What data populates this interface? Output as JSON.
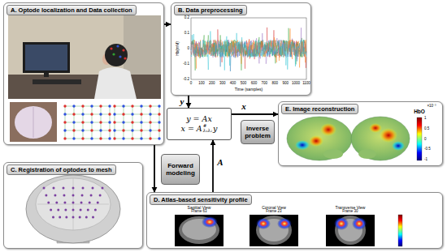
{
  "diagram": {
    "nodes": [
      {
        "text": [
          "A. Optode localization and Data collection"
        ]
      },
      {
        "text": [
          "B. Data preprocessing"
        ]
      },
      {
        "text": [
          "y = Ax",
          "x = A",
          "#",
          "λ₁λ₂",
          "y"
        ]
      },
      {
        "text": [
          "Inverse problem"
        ]
      },
      {
        "text": [
          "E. Image reconstruction"
        ]
      },
      {
        "text": [
          "Forward modeling"
        ]
      },
      {
        "text": [
          "C. Registration of optodes to mesh"
        ]
      },
      {
        "text": [
          "D. Atlas-based sensitivity profile"
        ]
      }
    ],
    "edges": [
      {
        "from": 0,
        "to": 1,
        "arrow": "to"
      },
      {
        "from": 0,
        "to": 7,
        "arrow": "to"
      },
      {
        "from": 1,
        "to": 2,
        "arrow": "to",
        "label": "y"
      },
      {
        "from": 7,
        "to": 2,
        "arrow": "to",
        "label": "A"
      },
      {
        "from": 2,
        "to": 4,
        "arrow": "to",
        "label": "x"
      }
    ],
    "labels": [
      "0.2",
      "0.1",
      "0",
      "-0.1",
      "-0.2",
      "Hb(mM)",
      "0",
      "100",
      "200",
      "300",
      "400",
      "500",
      "600",
      "700",
      "800",
      "900",
      "1000",
      "1100",
      "Time (samples)",
      "HbO",
      "×10⁻³",
      "1",
      "0.5",
      "0",
      "-0.5",
      "-1",
      "Sagittal View",
      "Frame 63",
      "Coronal View",
      "Frame 23",
      "Transverse View",
      "Frame 30"
    ]
  }
}
